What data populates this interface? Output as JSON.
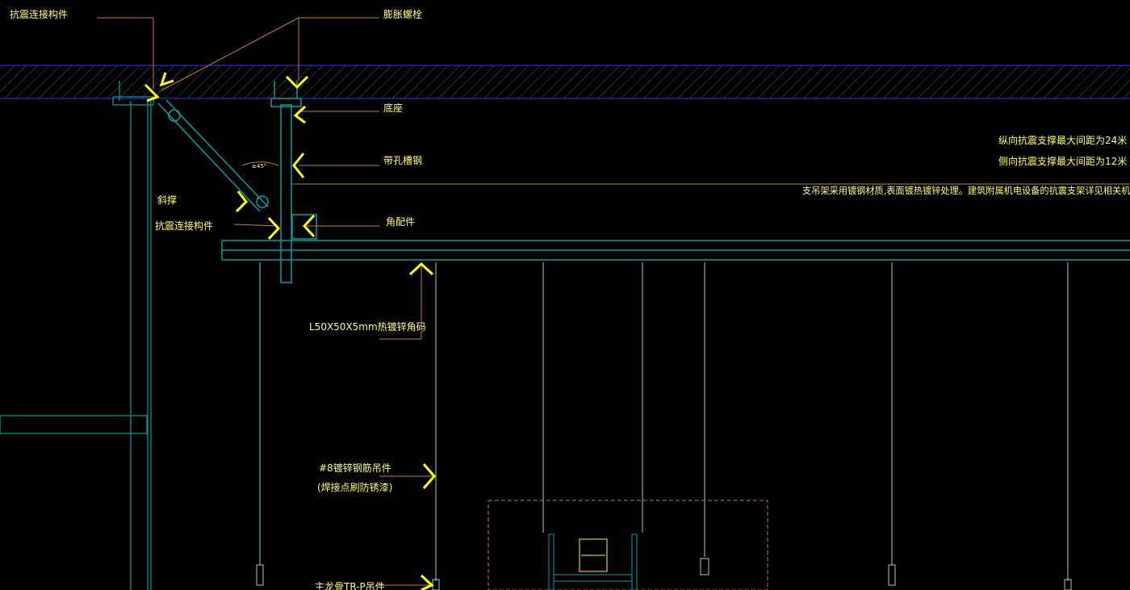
{
  "labels": {
    "seismic_connector_top": "抗震连接构件",
    "expansion_bolt": "膨胀螺栓",
    "base": "底座",
    "slotted_channel": "带孔槽钢",
    "diagonal_brace": "斜撑",
    "seismic_connector_lower": "抗震连接构件",
    "angle_fitting": "角配件",
    "angle_code": "L50X50X5mm热镀锌角码",
    "hanger_rod_line1": "#8镀锌钢筋吊件",
    "hanger_rod_line2": "(焊接点刷防锈漆)",
    "main_keel": "主龙骨TR-P吊件",
    "brace_angle": "≥45°"
  },
  "notes": {
    "longitudinal_spacing": "纵向抗震支撑最大间距为24米",
    "lateral_spacing": "侧向抗震支撑最大间距为12米",
    "material_note": "支吊架采用镀钢材质,表面镀热镀锌处理。建筑附属机电设备的抗震支架详见相关机电专业图纸"
  },
  "colors": {
    "background": "#000000",
    "slab_line": "#3333ff",
    "member": "#00a0a0",
    "leader": "#c08030",
    "annotation": "#ffff66",
    "arrow": "#ffff00",
    "hanger": "#a0c8c8"
  }
}
